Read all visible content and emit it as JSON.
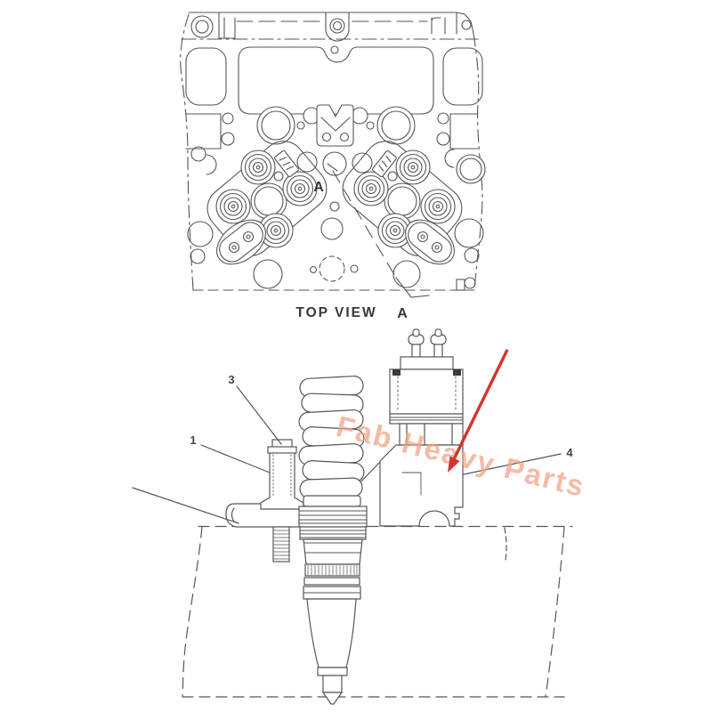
{
  "page": {
    "background_color": "#ffffff"
  },
  "diagram": {
    "line_color": "#565656",
    "text_color": "#383838",
    "top_view": {
      "caption": "TOP VIEW",
      "section_letter_upper": "A",
      "section_letter_lower": "A"
    },
    "section_view": {
      "callout_clamp": "1",
      "callout_bolt": "3",
      "callout_injector_body": "4"
    },
    "watermark": {
      "text": "Fab Heavy Parts",
      "color": "#f0a183"
    },
    "highlight_arrow": {
      "color": "#d4332c"
    }
  }
}
